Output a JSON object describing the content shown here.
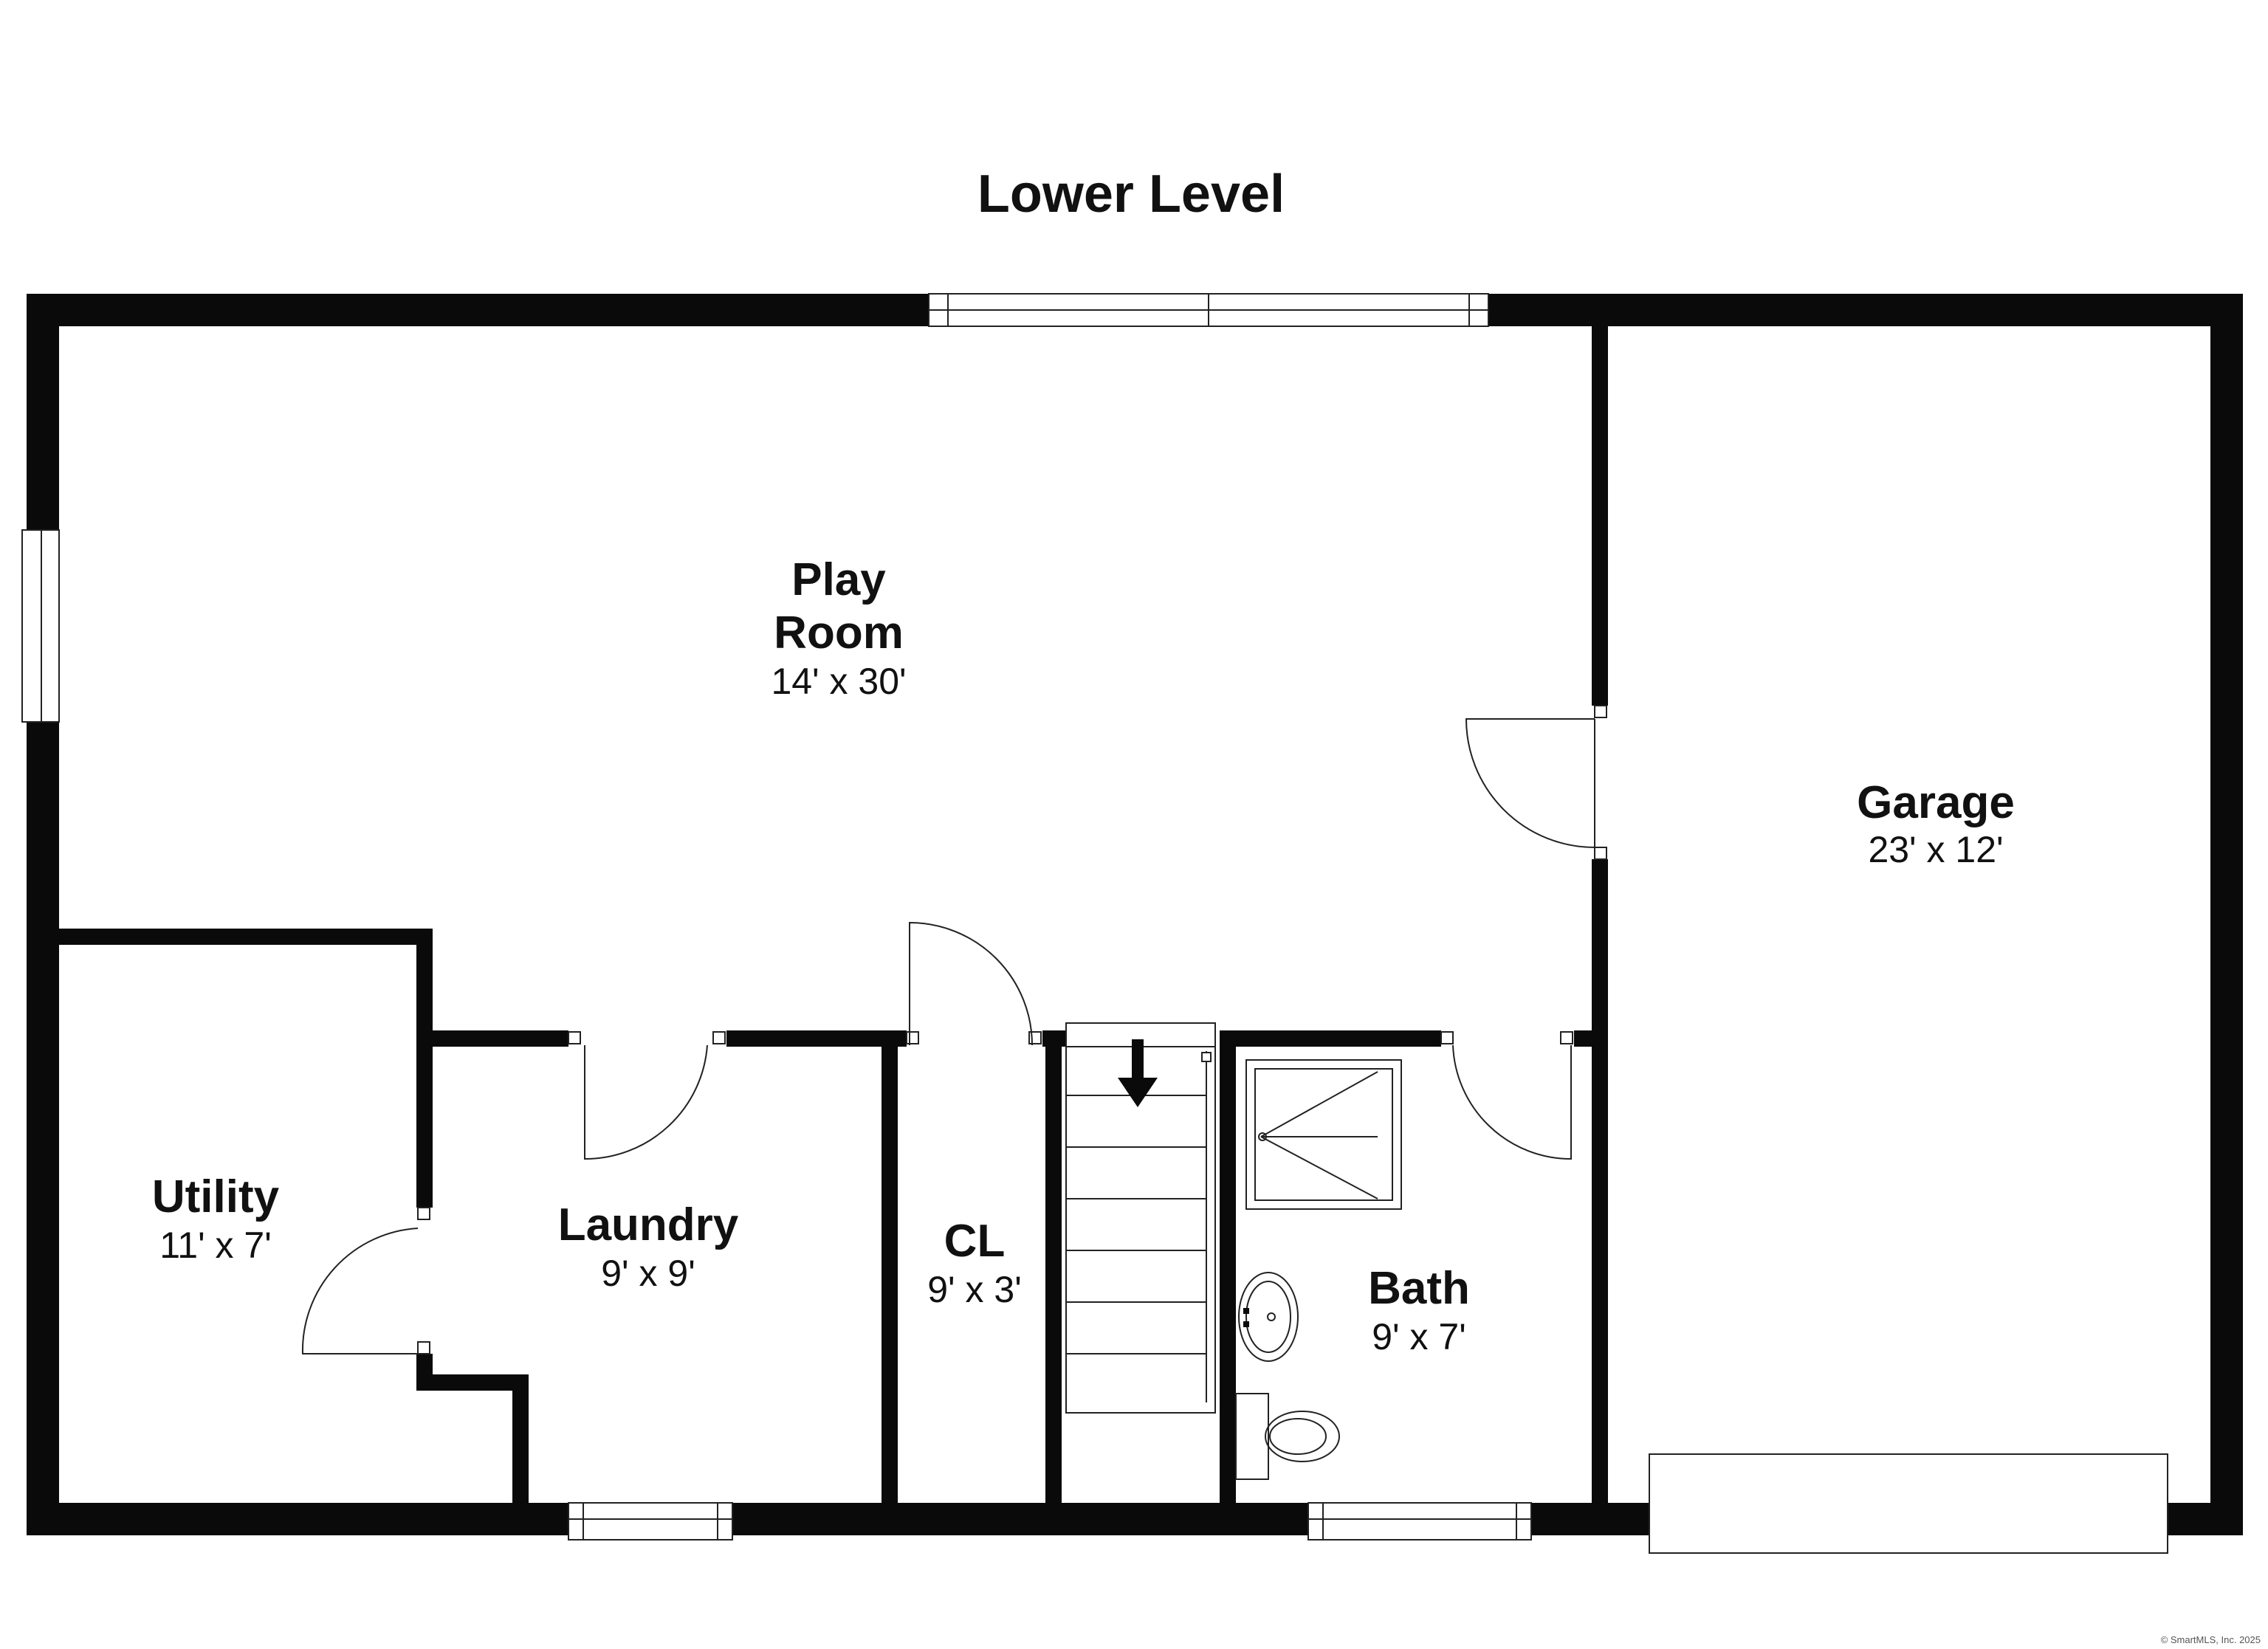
{
  "title": "Lower Level",
  "rooms": {
    "play_room": {
      "name_line1": "Play",
      "name_line2": "Room",
      "dims": "14' x 30'"
    },
    "garage": {
      "name": "Garage",
      "dims": "23' x 12'"
    },
    "utility": {
      "name": "Utility",
      "dims": "11' x 7'"
    },
    "laundry": {
      "name": "Laundry",
      "dims": "9' x 9'"
    },
    "closet": {
      "name": "CL",
      "dims": "9' x 3'"
    },
    "bath": {
      "name": "Bath",
      "dims": "9' x 7'"
    }
  },
  "credit": "© SmartMLS, Inc. 2025",
  "colors": {
    "wall": "#0a0a0a",
    "background": "#ffffff",
    "line": "#222222"
  }
}
